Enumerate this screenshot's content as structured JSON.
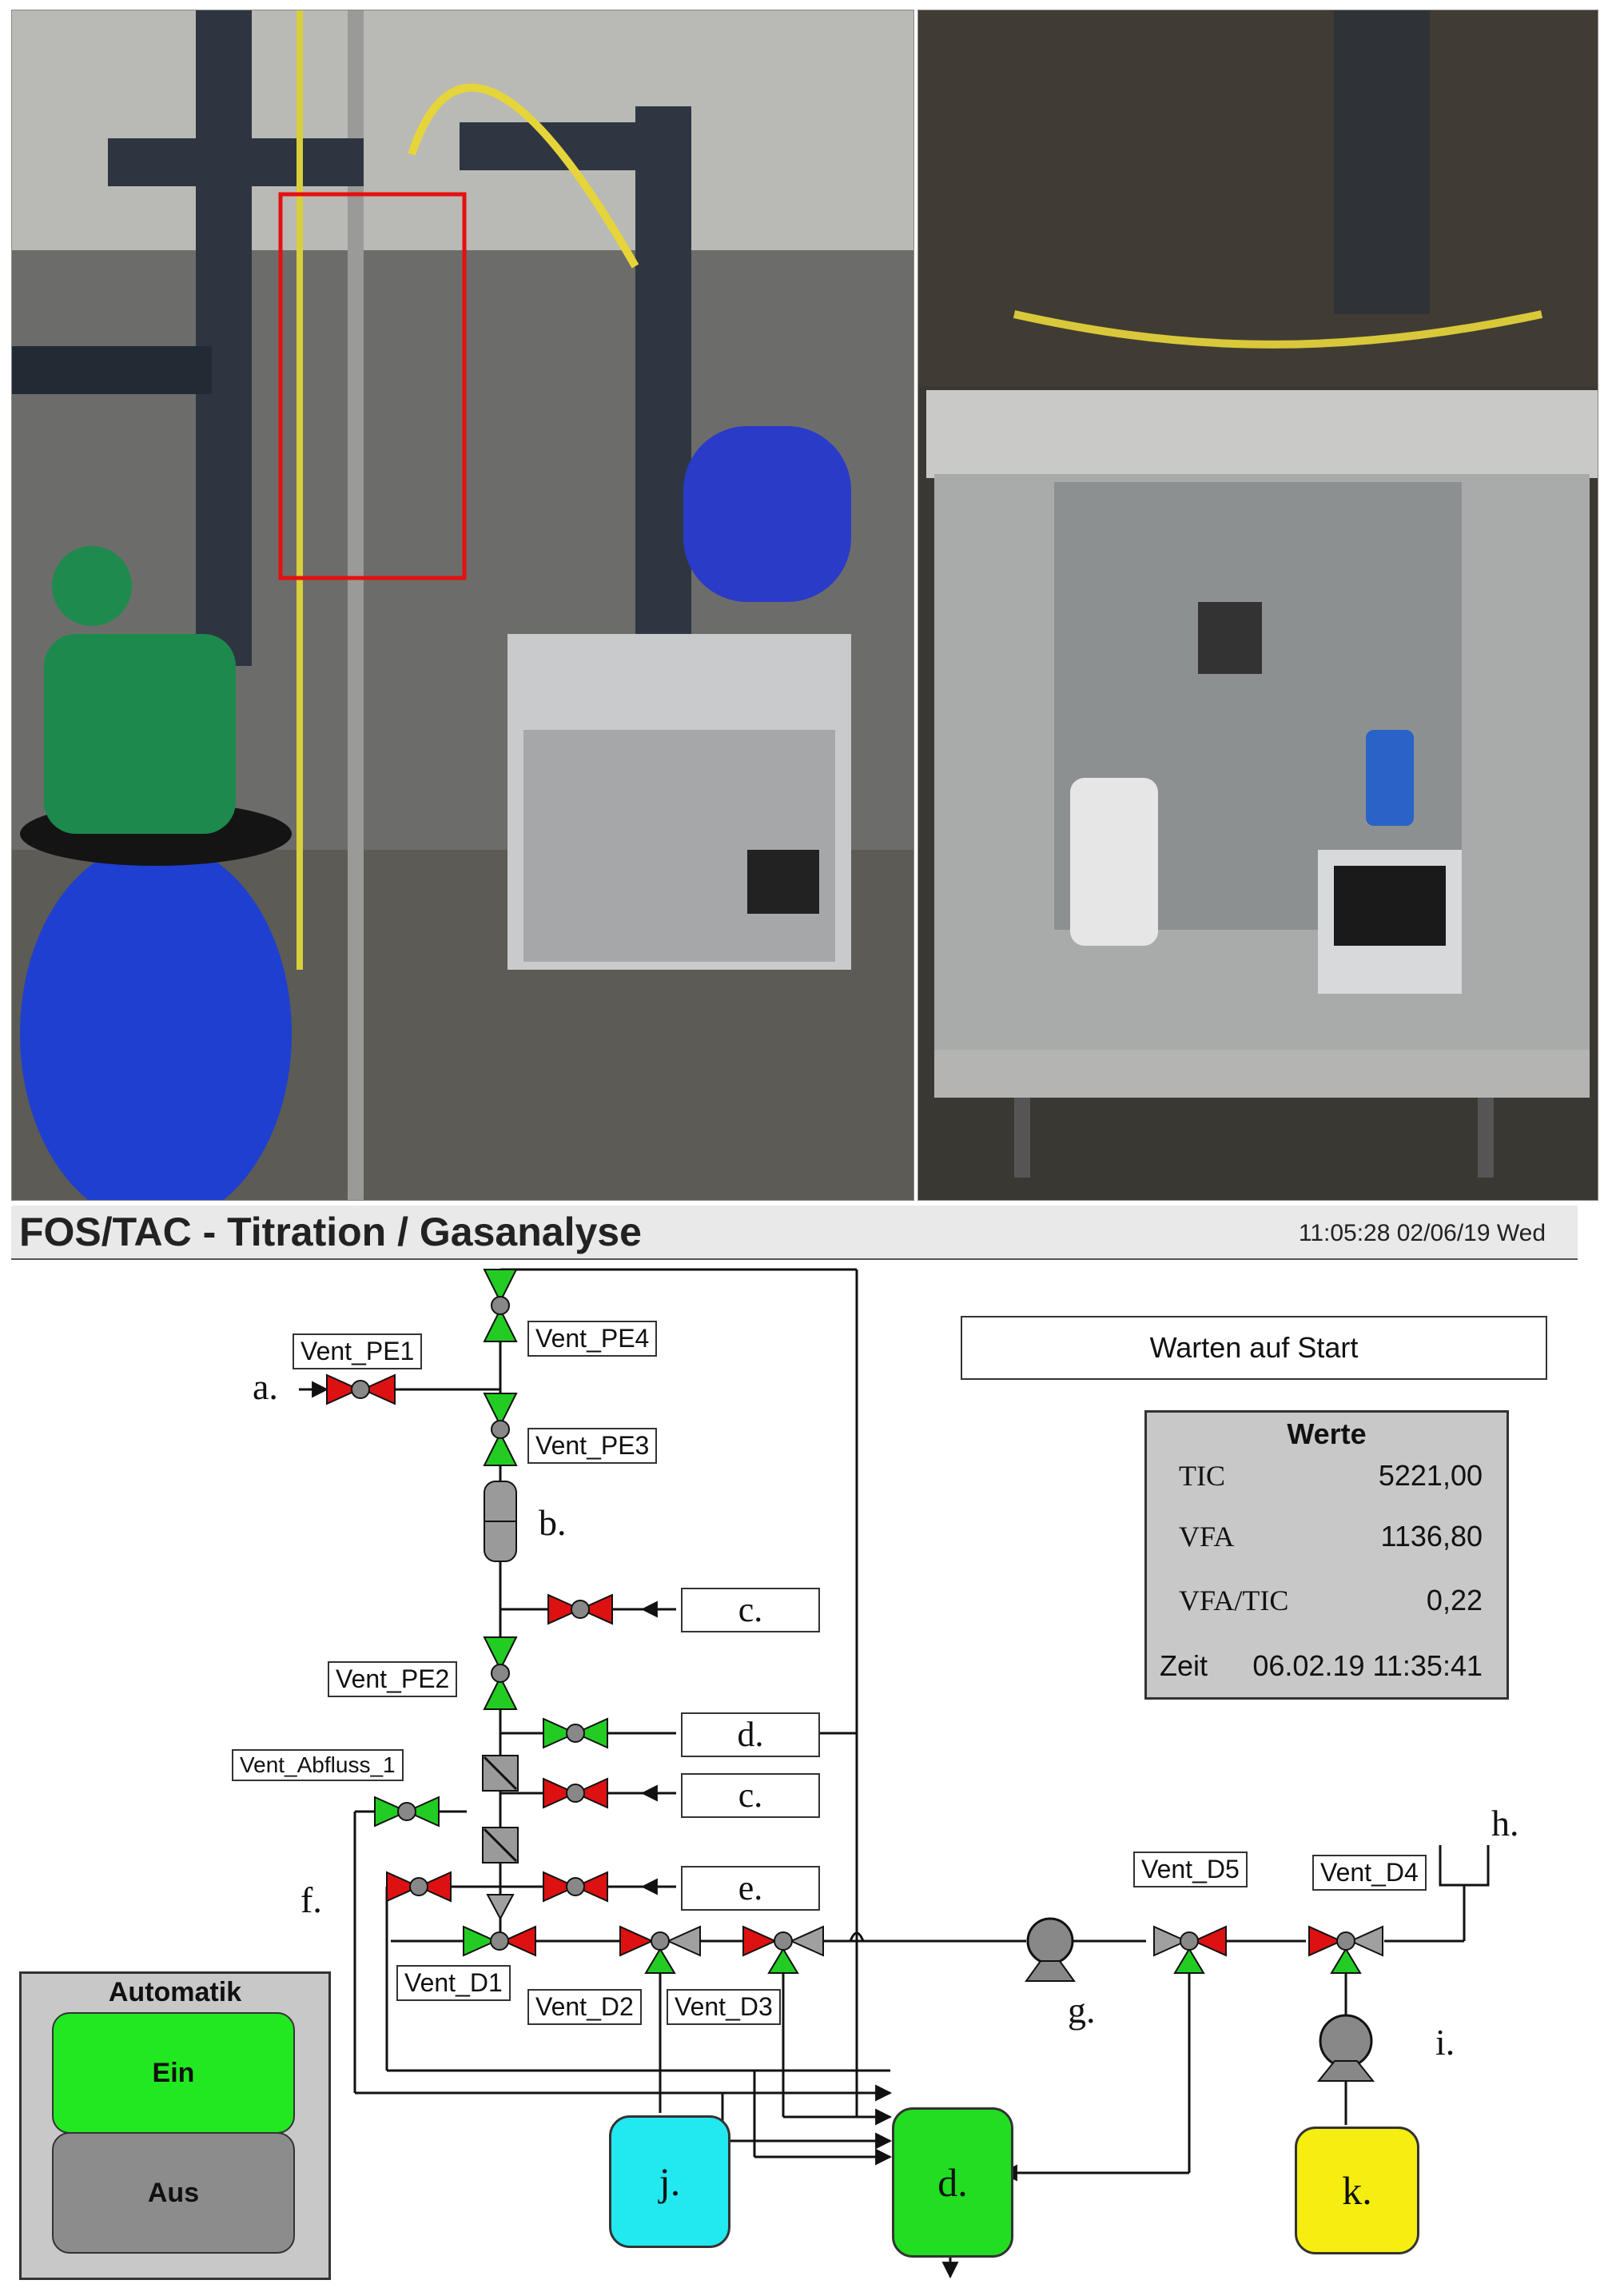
{
  "window": {
    "title": "FOS/TAC - Titration / Gasanalyse",
    "clock": "11:05:28 02/06/19 Wed"
  },
  "status": "Warten auf Start",
  "werte": {
    "title": "Werte",
    "rows": [
      {
        "key": "TIC",
        "value": "5221,00"
      },
      {
        "key": "VFA",
        "value": "1136,80"
      },
      {
        "key": "VFA/TIC",
        "value": "0,22"
      },
      {
        "key": "Zeit",
        "value": "06.02.19 11:35:41"
      }
    ]
  },
  "automatik": {
    "title": "Automatik",
    "on_label": "Ein",
    "off_label": "Aus"
  },
  "valves": {
    "pe1": "Vent_PE1",
    "pe2": "Vent_PE2",
    "pe3": "Vent_PE3",
    "pe4": "Vent_PE4",
    "abfluss1": "Vent_Abfluss_1",
    "d1": "Vent_D1",
    "d2": "Vent_D2",
    "d3": "Vent_D3",
    "d4": "Vent_D4",
    "d5": "Vent_D5"
  },
  "letters": {
    "a": "a.",
    "b": "b.",
    "c1": "c.",
    "d1": "d.",
    "c2": "c.",
    "e": "e.",
    "f": "f.",
    "g": "g.",
    "h": "h.",
    "i": "i.",
    "j": "j.",
    "d_tank": "d.",
    "k": "k."
  },
  "colors": {
    "valve_open": "#22cc22",
    "valve_closed": "#dd1111",
    "valve_neutral": "#a0a0a0",
    "tank_j": "#22e8f0",
    "tank_d": "#22dd22",
    "tank_k": "#f5ee10",
    "btn_on": "#22e822",
    "btn_off": "#8c8c8c",
    "panel": "#c8c8c8"
  }
}
